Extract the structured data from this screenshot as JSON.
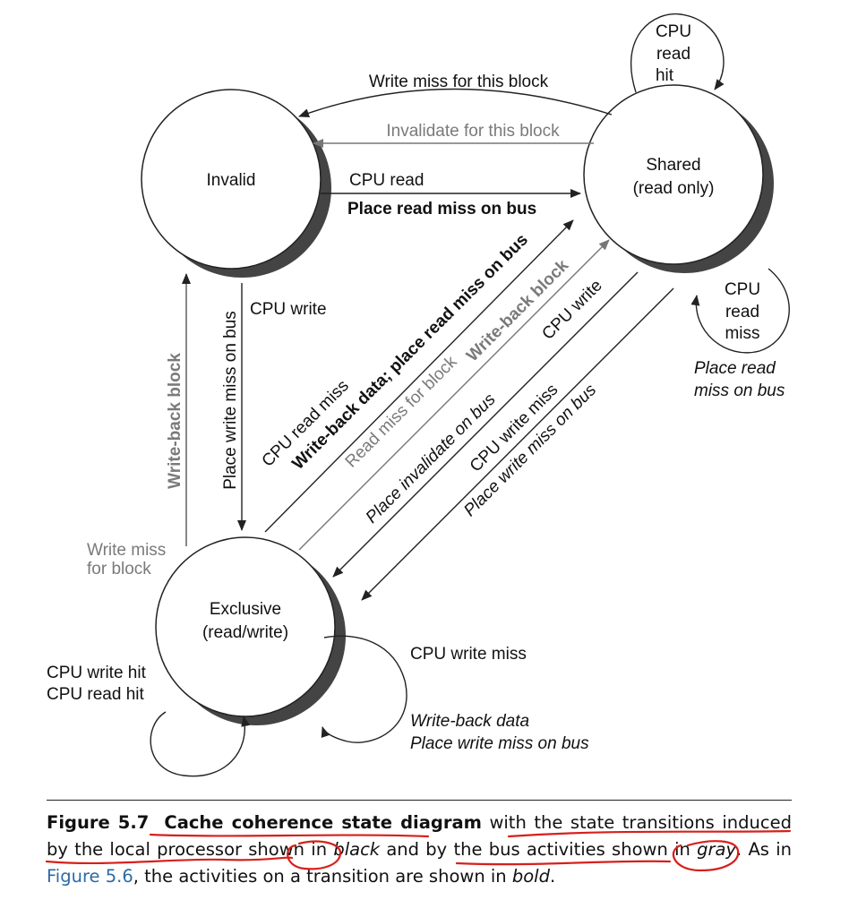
{
  "states": {
    "invalid": "Invalid",
    "shared": [
      "Shared",
      "(read only)"
    ],
    "exclusive": [
      "Exclusive",
      "(read/write)"
    ]
  },
  "transitions": {
    "shared_to_invalid_write_miss": "Write miss for this block",
    "shared_to_invalid_invalidate": "Invalidate for this block",
    "invalid_to_shared": [
      "CPU read",
      "Place read miss on bus"
    ],
    "shared_self_read_hit": [
      "CPU",
      "read",
      "hit"
    ],
    "shared_self_read_miss": [
      "CPU",
      "read",
      "miss"
    ],
    "shared_self_read_miss_action": [
      "Place read",
      "miss on bus"
    ],
    "exclusive_to_invalid": "Write-back block",
    "invalid_to_exclusive_event": "CPU write",
    "invalid_to_exclusive_action": "Place write miss on bus",
    "exclusive_to_invalid_bus": [
      "Write miss",
      "for block"
    ],
    "exclusive_to_shared_cpu_read_miss": [
      "CPU read miss",
      "Write-back data; place read miss on bus"
    ],
    "exclusive_to_shared_bus_read_miss": [
      "Read miss for block",
      "Write-back block"
    ],
    "shared_to_exclusive_cpu_write": [
      "CPU write",
      "Place invalidate on bus"
    ],
    "shared_to_exclusive_write_miss": [
      "CPU write miss",
      "Place write miss on bus"
    ],
    "exclusive_self_hits": [
      "CPU write hit",
      "CPU read hit"
    ],
    "exclusive_self_write_miss": "CPU write miss",
    "exclusive_self_write_miss_action": [
      "Write-back data",
      "Place write miss on bus"
    ]
  },
  "caption": {
    "figure_number": "Figure 5.7",
    "lead": "Cache coherence state diagram",
    "text_1": " with the state transitions induced by the local processor shown in ",
    "black_word": "black",
    "text_2": " and by the bus activities shown in ",
    "gray_word": "gray",
    "text_3": ". As in ",
    "reference": "Figure 5.6",
    "text_4": ", the activities on a transition are shown in ",
    "bold_word": "bold",
    "text_5": "."
  },
  "annotation_color": "#d6201c",
  "gray_color": "#7a7a7a"
}
